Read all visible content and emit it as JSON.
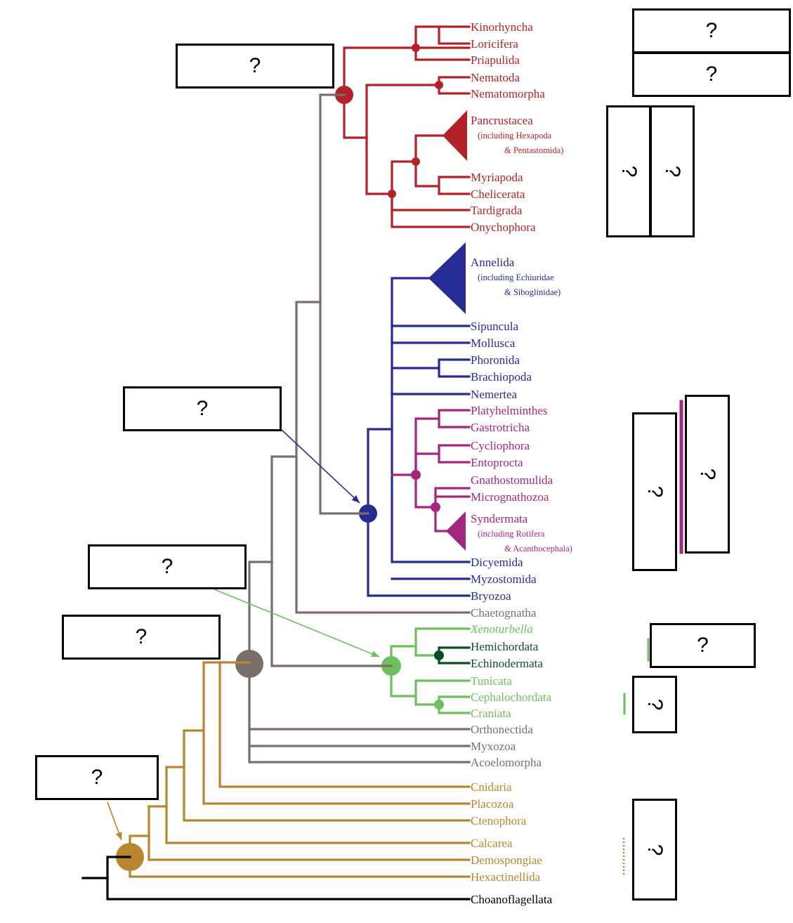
{
  "colors": {
    "ecdysozoa": "#b22228",
    "lophotrochozoa": "#262c94",
    "platyzoa": "#a3267f",
    "deuterostome": "#6ebf5e",
    "deuterostome_dark": "#0b4d22",
    "bilateria_gray": "#7a6e6a",
    "basal": "#b8862e",
    "outgroup": "#000000"
  },
  "taxa": [
    {
      "id": "kinorhyncha",
      "name": "Kinorhyncha",
      "group": "ecdysozoa"
    },
    {
      "id": "loricifera",
      "name": "Loricifera",
      "group": "ecdysozoa"
    },
    {
      "id": "priapulida",
      "name": "Priapulida",
      "group": "ecdysozoa"
    },
    {
      "id": "nematoda",
      "name": "Nematoda",
      "group": "ecdysozoa"
    },
    {
      "id": "nematomorpha",
      "name": "Nematomorpha",
      "group": "ecdysozoa"
    },
    {
      "id": "pancrustacea",
      "name": "Pancrustacea",
      "sub": [
        "(including Hexapoda",
        "& Pentastomida)"
      ],
      "group": "ecdysozoa"
    },
    {
      "id": "myriapoda",
      "name": "Myriapoda",
      "group": "ecdysozoa"
    },
    {
      "id": "chelicerata",
      "name": "Chelicerata",
      "group": "ecdysozoa"
    },
    {
      "id": "tardigrada",
      "name": "Tardigrada",
      "group": "ecdysozoa"
    },
    {
      "id": "onychophora",
      "name": "Onychophora",
      "group": "ecdysozoa"
    },
    {
      "id": "annelida",
      "name": "Annelida",
      "sub": [
        "(including Echiuridae",
        "& Siboglinidae)"
      ],
      "group": "lophotrochozoa"
    },
    {
      "id": "sipuncula",
      "name": "Sipuncula",
      "group": "lophotrochozoa"
    },
    {
      "id": "mollusca",
      "name": "Mollusca",
      "group": "lophotrochozoa"
    },
    {
      "id": "phoronida",
      "name": "Phoronida",
      "group": "lophotrochozoa"
    },
    {
      "id": "brachiopoda",
      "name": "Brachiopoda",
      "group": "lophotrochozoa"
    },
    {
      "id": "nemertea",
      "name": "Nemertea",
      "group": "lophotrochozoa"
    },
    {
      "id": "platyhelminthes",
      "name": "Platyhelminthes",
      "group": "platyzoa"
    },
    {
      "id": "gastrotricha",
      "name": "Gastrotricha",
      "group": "platyzoa"
    },
    {
      "id": "cycliophora",
      "name": "Cycliophora",
      "group": "platyzoa"
    },
    {
      "id": "entoprocta",
      "name": "Entoprocta",
      "group": "platyzoa"
    },
    {
      "id": "gnathostomulida",
      "name": "Gnathostomulida",
      "group": "platyzoa"
    },
    {
      "id": "micrognathozoa",
      "name": "Micrognathozoa",
      "group": "platyzoa"
    },
    {
      "id": "syndermata",
      "name": "Syndermata",
      "sub": [
        "(including Rotifera",
        "& Acanthocephala)"
      ],
      "group": "platyzoa"
    },
    {
      "id": "dicyemida",
      "name": "Dicyemida",
      "group": "lophotrochozoa"
    },
    {
      "id": "myzostomida",
      "name": "Myzostomida",
      "group": "lophotrochozoa"
    },
    {
      "id": "bryozoa",
      "name": "Bryozoa",
      "group": "lophotrochozoa"
    },
    {
      "id": "chaetognatha",
      "name": "Chaetognatha",
      "group": "bilateria_gray"
    },
    {
      "id": "xenoturbella",
      "name": "Xenoturbella",
      "group": "deuterostome",
      "italic": true
    },
    {
      "id": "hemichordata",
      "name": "Hemichordata",
      "group": "deuterostome_dark"
    },
    {
      "id": "echinodermata",
      "name": "Echinodermata",
      "group": "deuterostome_dark"
    },
    {
      "id": "tunicata",
      "name": "Tunicata",
      "group": "deuterostome"
    },
    {
      "id": "cephalochordata",
      "name": "Cephalochordata",
      "group": "deuterostome"
    },
    {
      "id": "craniata",
      "name": "Craniata",
      "group": "deuterostome"
    },
    {
      "id": "orthonectida",
      "name": "Orthonectida",
      "group": "bilateria_gray"
    },
    {
      "id": "myxozoa",
      "name": "Myxozoa",
      "group": "bilateria_gray"
    },
    {
      "id": "acoelomorpha",
      "name": "Acoelomorpha",
      "group": "bilateria_gray"
    },
    {
      "id": "cnidaria",
      "name": "Cnidaria",
      "group": "basal"
    },
    {
      "id": "placozoa",
      "name": "Placozoa",
      "group": "basal"
    },
    {
      "id": "ctenophora",
      "name": "Ctenophora",
      "group": "basal"
    },
    {
      "id": "calcarea",
      "name": "Calcarea",
      "group": "basal"
    },
    {
      "id": "demospongiae",
      "name": "Demospongiae",
      "group": "basal"
    },
    {
      "id": "hexactinellida",
      "name": "Hexactinellida",
      "group": "basal"
    },
    {
      "id": "choanoflagellata",
      "name": "Choanoflagellata",
      "group": "outgroup"
    }
  ],
  "quiz_boxes": [
    {
      "id": "ecdysozoa-node-label",
      "text": "?"
    },
    {
      "id": "top-right-label-1",
      "text": "?"
    },
    {
      "id": "top-right-label-2",
      "text": "?"
    },
    {
      "id": "arthropod-clade-label",
      "text": "?"
    },
    {
      "id": "panarthropod-clade-label",
      "text": "?"
    },
    {
      "id": "lophotrochozoa-node-label",
      "text": "?"
    },
    {
      "id": "deuterostome-node-label",
      "text": "?"
    },
    {
      "id": "bilateria-node-label",
      "text": "?"
    },
    {
      "id": "animalia-node-label",
      "text": "?"
    },
    {
      "id": "platyzoa-clade-label-1",
      "text": "?"
    },
    {
      "id": "platyzoa-clade-label-2",
      "text": "?"
    },
    {
      "id": "ambulacraria-clade-label",
      "text": "?"
    },
    {
      "id": "chordata-clade-label",
      "text": "?"
    },
    {
      "id": "porifera-clade-label",
      "text": "?"
    }
  ]
}
